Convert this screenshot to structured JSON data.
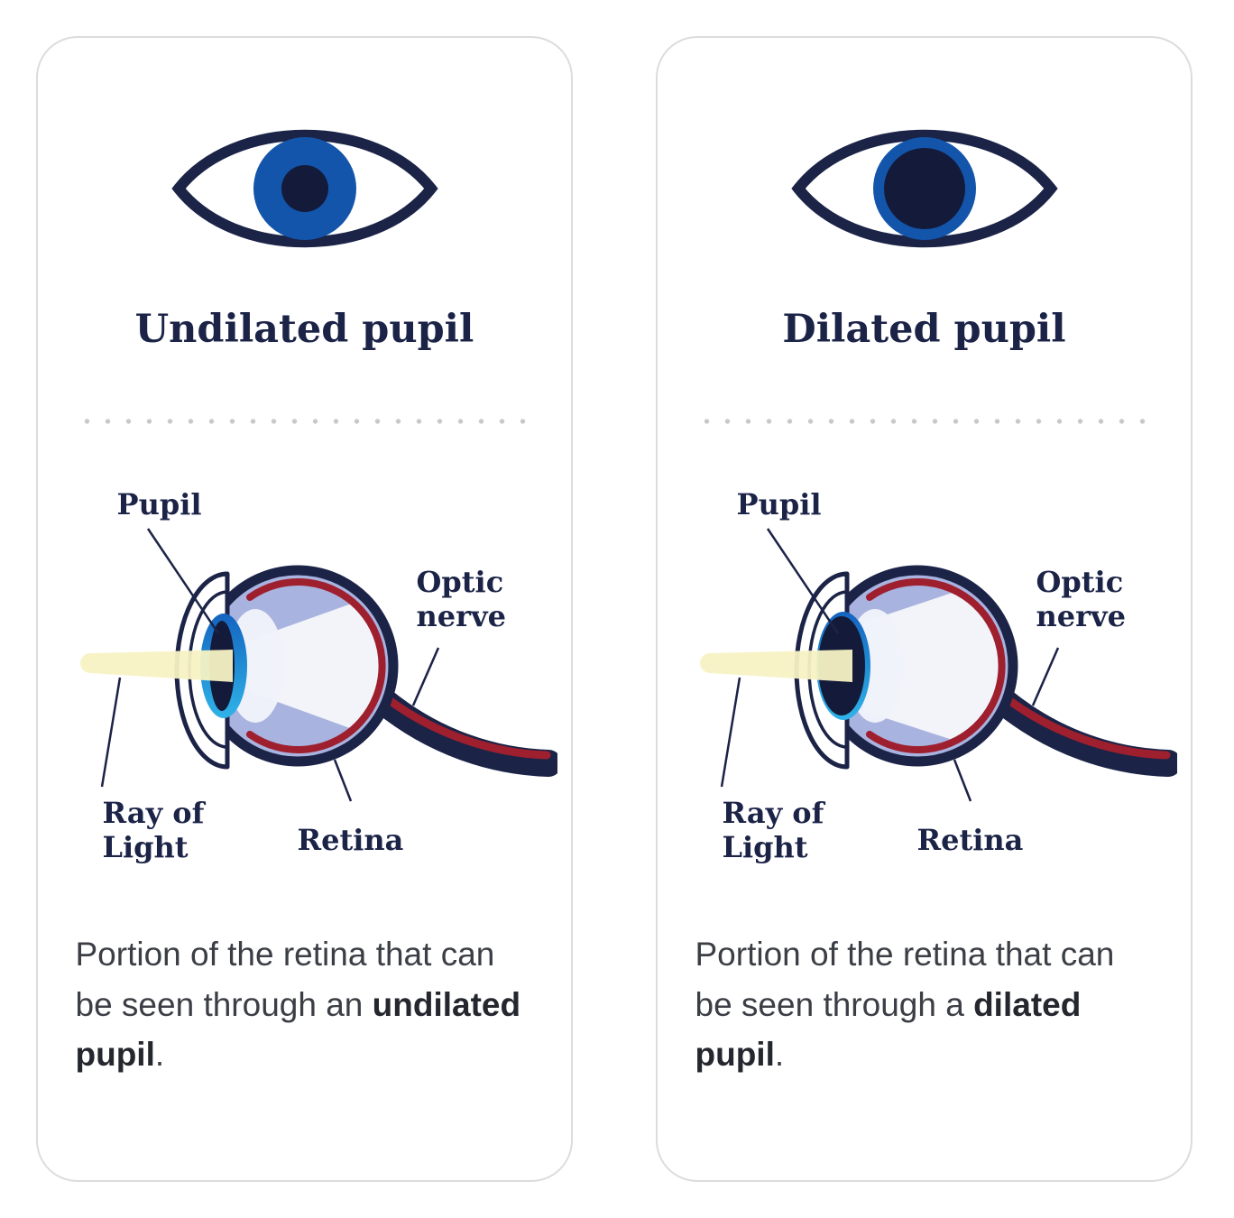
{
  "colors": {
    "navy_outline": "#1b2347",
    "iris_blue": "#1355ab",
    "pupil_dark": "#141b3a",
    "eyeball_fill": "#a9b3df",
    "retina_red": "#9e1f2e",
    "light_ray_yellow": "#f7f2c4",
    "card_border": "#dcdcdc",
    "body_text": "#3b3e45",
    "divider_dot": "#c8c8c8"
  },
  "icons": {
    "panel_icon": "eye-front-icon",
    "diagram_icon": "eye-cross-section-illustration"
  },
  "panels": [
    {
      "id": "undilated",
      "title": "Undilated pupil",
      "labels": {
        "pupil": "Pupil",
        "optic_line1": "Optic",
        "optic_line2": "nerve",
        "ray_line1": "Ray of",
        "ray_line2": "Light",
        "retina": "Retina"
      },
      "description": {
        "prefix": "Portion of the retina that can be seen through an ",
        "bold": "undilated pupil",
        "suffix": "."
      }
    },
    {
      "id": "dilated",
      "title": "Dilated pupil",
      "labels": {
        "pupil": "Pupil",
        "optic_line1": "Optic",
        "optic_line2": "nerve",
        "ray_line1": "Ray of",
        "ray_line2": "Light",
        "retina": "Retina"
      },
      "description": {
        "prefix": "Portion of the retina that can be seen through a ",
        "bold": "dilated pupil",
        "suffix": "."
      }
    }
  ]
}
